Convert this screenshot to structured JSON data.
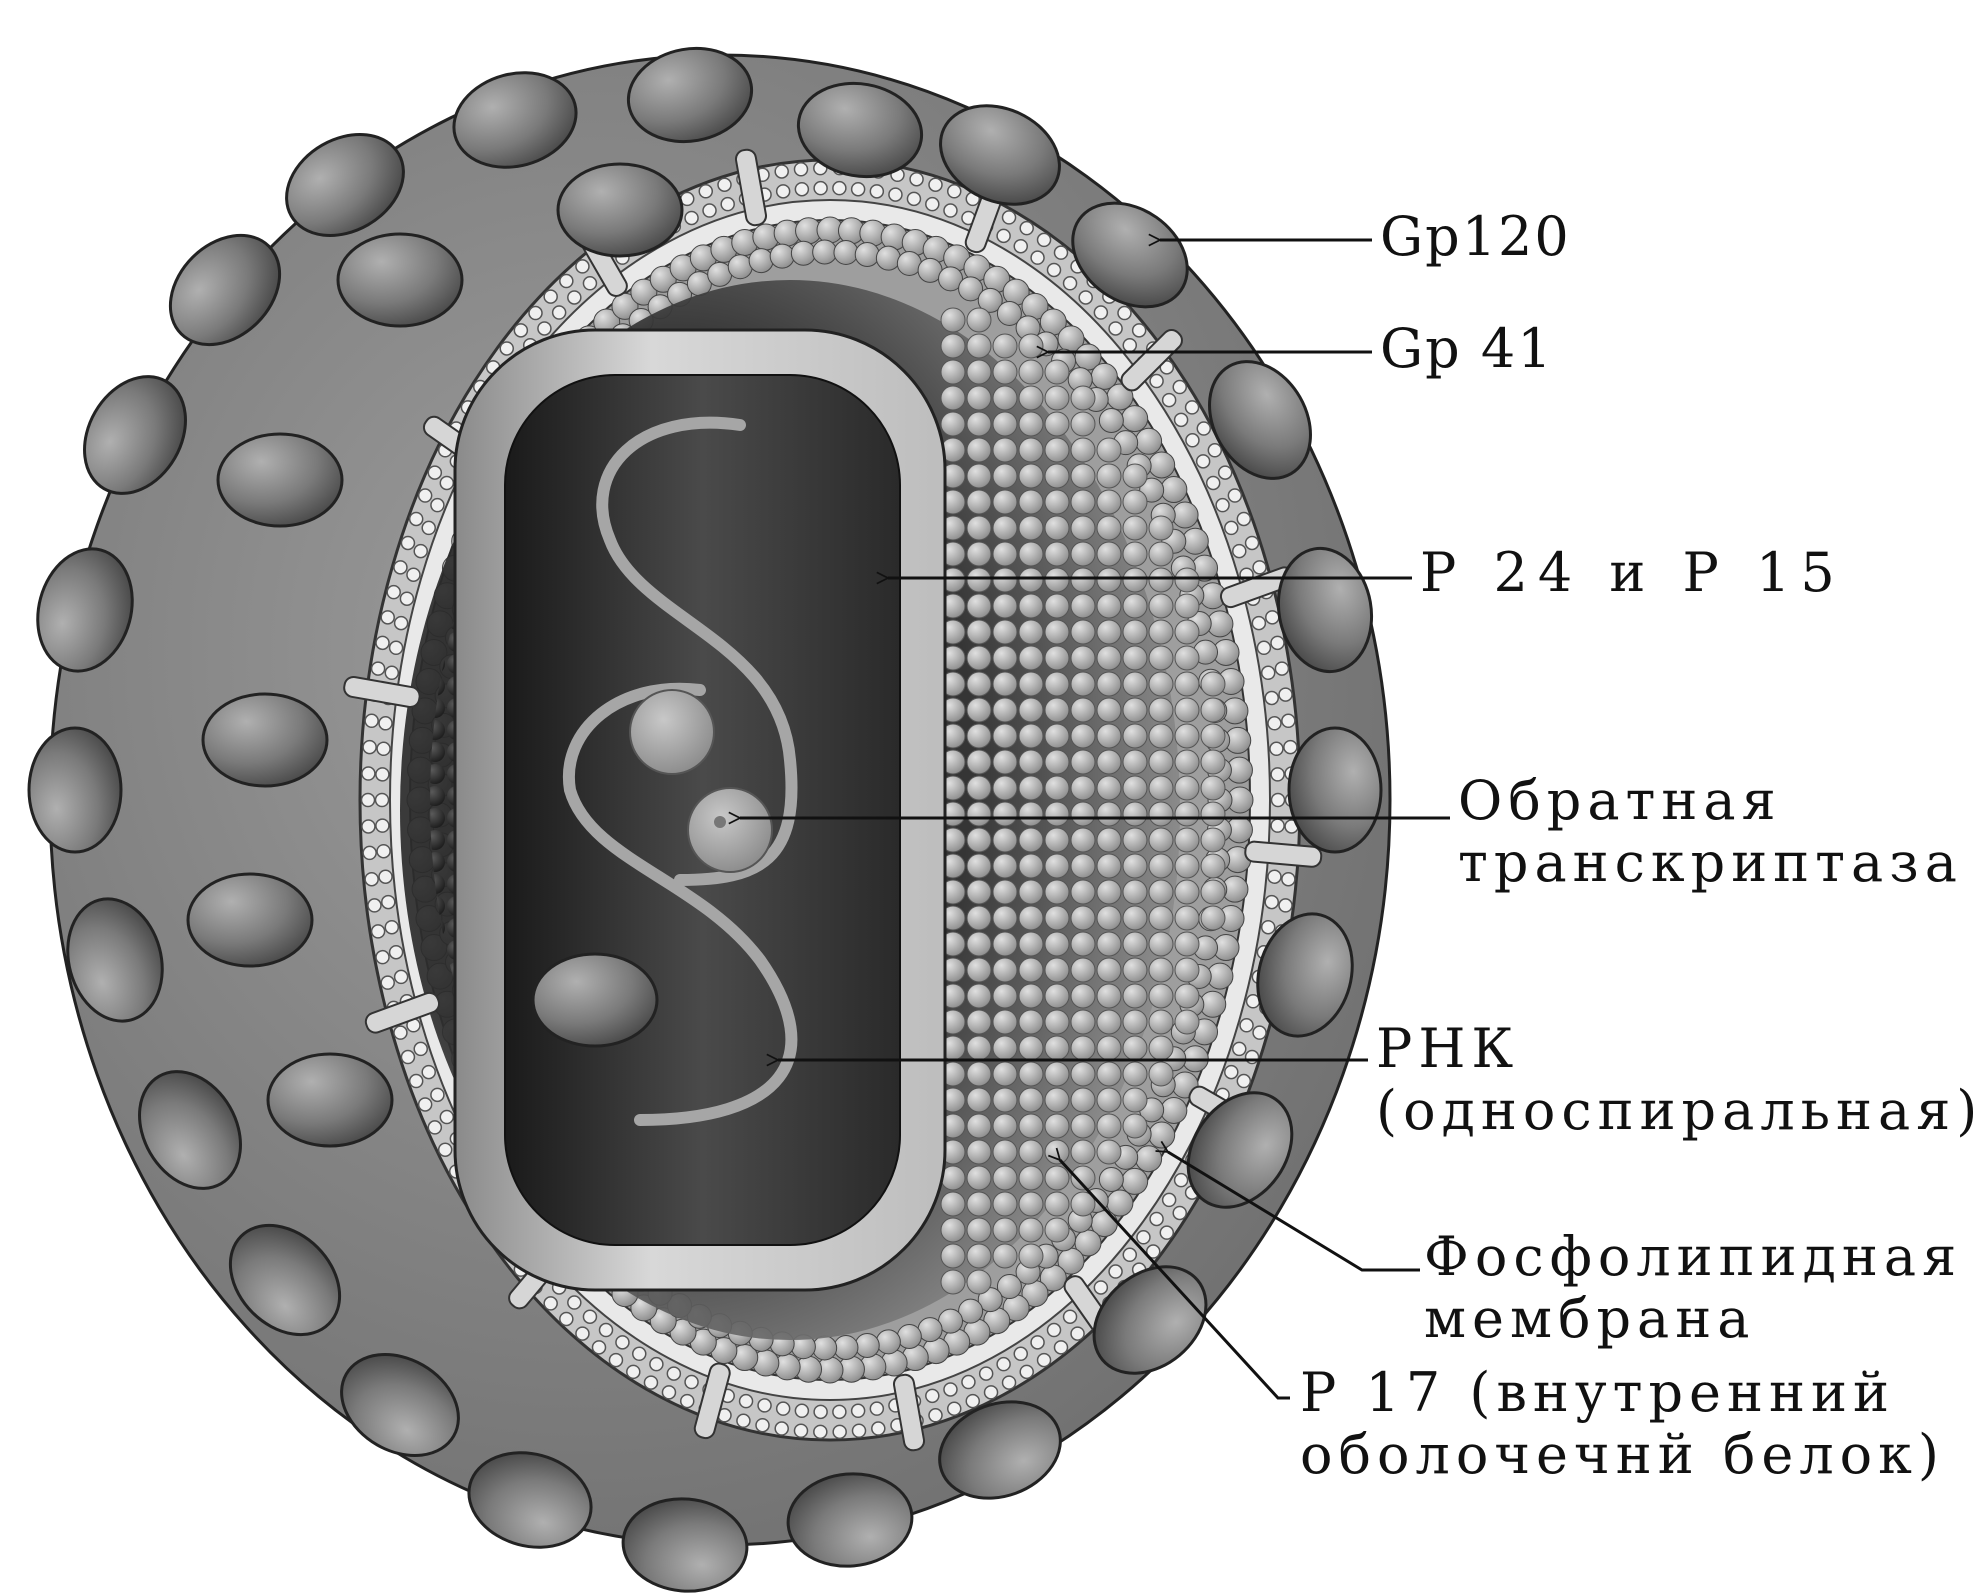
{
  "diagram": {
    "labels": {
      "gp120": "Gp120",
      "gp41": "Gp 41",
      "p24_p15": "P 24 и P 15",
      "reverse_transcriptase": [
        "Обратная",
        "транскриптаза"
      ],
      "rna": [
        "РНК",
        "(односпиральная)"
      ],
      "phospholipid_membrane": [
        "Фосфолипидная",
        "мембрана"
      ],
      "p17": [
        "P 17 (внутренний",
        "оболочечнй белок)"
      ]
    },
    "colors": {
      "background": "#ffffff",
      "line": "#111111",
      "envelope": "#8a8a8a",
      "knob": "#7b7b7b",
      "membrane": "#c9c9c9",
      "matrix_bead": "#b5b5b5",
      "capsid_shell": "#cfcfcf",
      "core": "#3a3a3a",
      "rna": "#a8a8a8"
    }
  }
}
